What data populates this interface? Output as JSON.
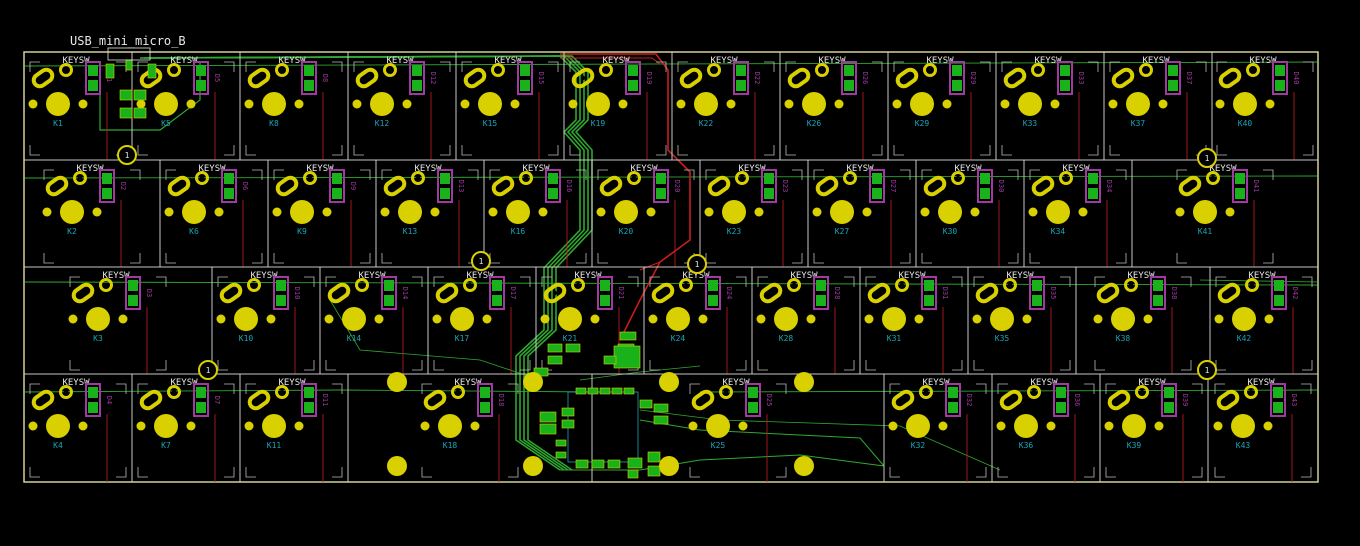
{
  "usb_label": "USB_mini_micro_B",
  "switch_label": "KEYSW",
  "colors": {
    "background": "#000000",
    "edge_cuts": "#d6d05a",
    "silkscreen": "#e8e8e8",
    "pad": "#d8d000",
    "smd_pad": "#19b21a",
    "fab_ref": "#15a8b8",
    "diode_outline": "#a03aa0",
    "front_copper": "#c81e1e",
    "back_copper": "#2fa82f"
  },
  "mounting_holes": [
    {
      "label": "1"
    },
    {
      "label": "1"
    },
    {
      "label": "1"
    },
    {
      "label": "1"
    },
    {
      "label": "1"
    },
    {
      "label": "1"
    }
  ],
  "rows": [
    {
      "keys": [
        {
          "ref": "K1",
          "diode": "D1"
        },
        {
          "ref": "K5",
          "diode": "D5"
        },
        {
          "ref": "K8",
          "diode": "D8"
        },
        {
          "ref": "K12",
          "diode": "D12"
        },
        {
          "ref": "K15",
          "diode": "D15"
        },
        {
          "ref": "K19",
          "diode": "D19"
        },
        {
          "ref": "K22",
          "diode": "D22"
        },
        {
          "ref": "K26",
          "diode": "D26"
        },
        {
          "ref": "K29",
          "diode": "D29"
        },
        {
          "ref": "K33",
          "diode": "D33"
        },
        {
          "ref": "K37",
          "diode": "D37"
        },
        {
          "ref": "K40",
          "diode": "D40"
        }
      ]
    },
    {
      "keys": [
        {
          "ref": "K2",
          "diode": "D2"
        },
        {
          "ref": "K6",
          "diode": "D6"
        },
        {
          "ref": "K9",
          "diode": "D9"
        },
        {
          "ref": "K13",
          "diode": "D13"
        },
        {
          "ref": "K16",
          "diode": "D16"
        },
        {
          "ref": "K20",
          "diode": "D20"
        },
        {
          "ref": "K23",
          "diode": "D23"
        },
        {
          "ref": "K27",
          "diode": "D27"
        },
        {
          "ref": "K30",
          "diode": "D30"
        },
        {
          "ref": "K34",
          "diode": "D34"
        },
        {
          "ref": "K41",
          "diode": "D41"
        }
      ]
    },
    {
      "keys": [
        {
          "ref": "K3",
          "diode": "D3"
        },
        {
          "ref": "K10",
          "diode": "D10"
        },
        {
          "ref": "K14",
          "diode": "D14"
        },
        {
          "ref": "K17",
          "diode": "D17"
        },
        {
          "ref": "K21",
          "diode": "D21"
        },
        {
          "ref": "K24",
          "diode": "D24"
        },
        {
          "ref": "K28",
          "diode": "D28"
        },
        {
          "ref": "K31",
          "diode": "D31"
        },
        {
          "ref": "K35",
          "diode": "D35"
        },
        {
          "ref": "K38",
          "diode": "D38"
        },
        {
          "ref": "K42",
          "diode": "D42"
        }
      ]
    },
    {
      "keys": [
        {
          "ref": "K4",
          "diode": "D4"
        },
        {
          "ref": "K7",
          "diode": "D7"
        },
        {
          "ref": "K11",
          "diode": "D11"
        },
        {
          "ref": "K18",
          "diode": "D18"
        },
        {
          "ref": "K25",
          "diode": "D25"
        },
        {
          "ref": "K32",
          "diode": "D32"
        },
        {
          "ref": "K36",
          "diode": "D36"
        },
        {
          "ref": "K39",
          "diode": "D39"
        },
        {
          "ref": "K43",
          "diode": "D43"
        }
      ]
    }
  ]
}
